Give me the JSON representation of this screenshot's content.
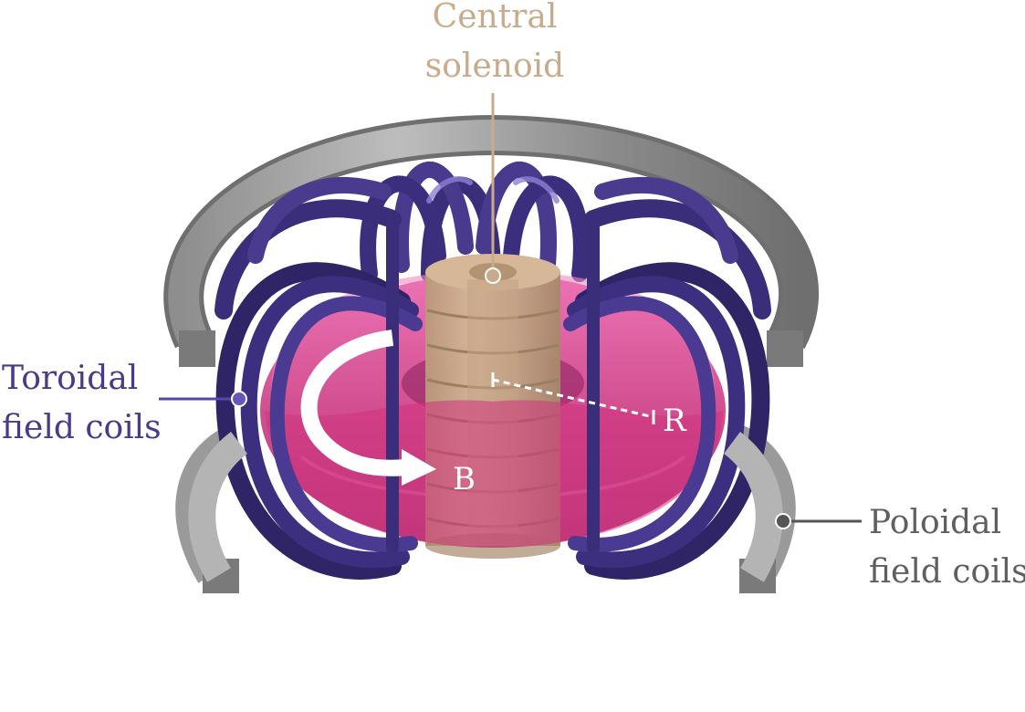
{
  "labels": {
    "central_solenoid": [
      "Central",
      "solenoid"
    ],
    "toroidal_field_coils": [
      "Toroidal",
      "field coils"
    ],
    "poloidal_field_coils": [
      "Poloidal",
      "field coils"
    ],
    "field_B": "B",
    "radius_R": "R"
  },
  "colors": {
    "solenoid": "#c9ab8b",
    "solenoid_dark": "#a88a6c",
    "toroidal": "#4b3a8c",
    "toroidal_dark": "#2f2466",
    "toroidal_light": "#7d6cc4",
    "poloidal": "#a8a8a8",
    "poloidal_dark": "#7c7c7c",
    "plasma": "#d63a86",
    "plasma_light": "#ea6ab2",
    "leader_toroidal": "#5a46a8",
    "leader_poloidal": "#555555",
    "arrow": "#ffffff"
  }
}
